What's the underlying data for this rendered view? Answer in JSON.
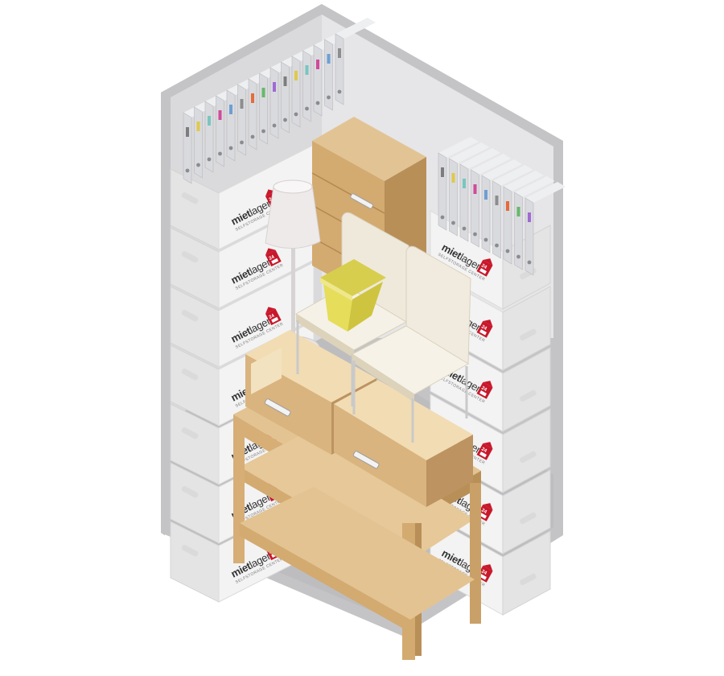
{
  "scene": {
    "description_type": "isometric storage unit illustration"
  },
  "brand": {
    "word_bold": "miet",
    "word_light": "lager",
    "tagline": "SELFSTORAGE CENTER",
    "logo_number": "24",
    "logo_icon": "red-building-logo-icon"
  },
  "colors": {
    "wall": "#c7c7c9",
    "wall_inner": "#e1e1e3",
    "floor": "#bcbcbe",
    "box_face": "#f3f3f3",
    "box_side": "#e4e4e4",
    "brand_red": "#c8182b",
    "wood_light": "#e3c392",
    "wood_mid": "#d6ae76",
    "wood_dark": "#b98f58",
    "binder": "#d9dade",
    "chair": "#efe9db",
    "bin": "#e6dd5a",
    "lamp_shade": "#efeaea"
  },
  "binder_label_colors": [
    "#7d7d7d",
    "#e0c94a",
    "#79c6c0",
    "#d14a9a",
    "#6d9fd4",
    "#8d8d8d",
    "#e46c3a",
    "#67b86a",
    "#a16ad2"
  ]
}
